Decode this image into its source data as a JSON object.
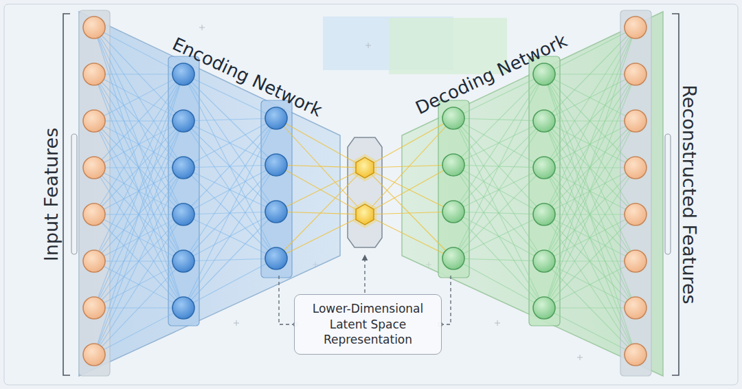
{
  "diagram": {
    "nodes": [
      {
        "text": [
          "Encoding Network"
        ]
      },
      {
        "text": [
          "Decoding Network"
        ]
      },
      {
        "text": [
          "Lower-Dimensional Latent Space Representation"
        ]
      }
    ],
    "labels": [
      "Input Features",
      "Reconstructed Features"
    ]
  }
}
